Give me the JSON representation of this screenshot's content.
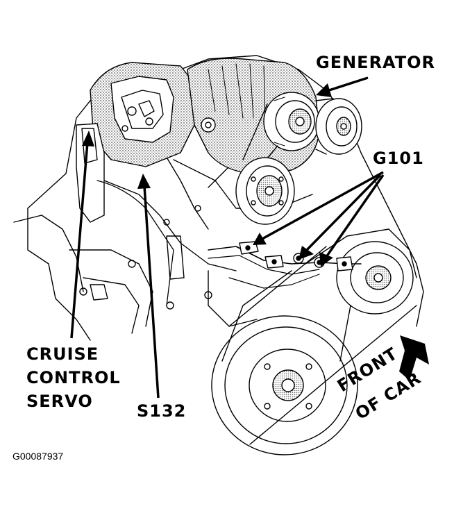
{
  "labels": {
    "generator": "GENERATOR",
    "ground": "G101",
    "cruise_line1": "CRUISE",
    "cruise_line2": "CONTROL",
    "cruise_line3": "SERVO",
    "splice": "S132",
    "front_line1": "FRONT",
    "front_line2": "OF CAR"
  },
  "figure_id": "G00087937"
}
